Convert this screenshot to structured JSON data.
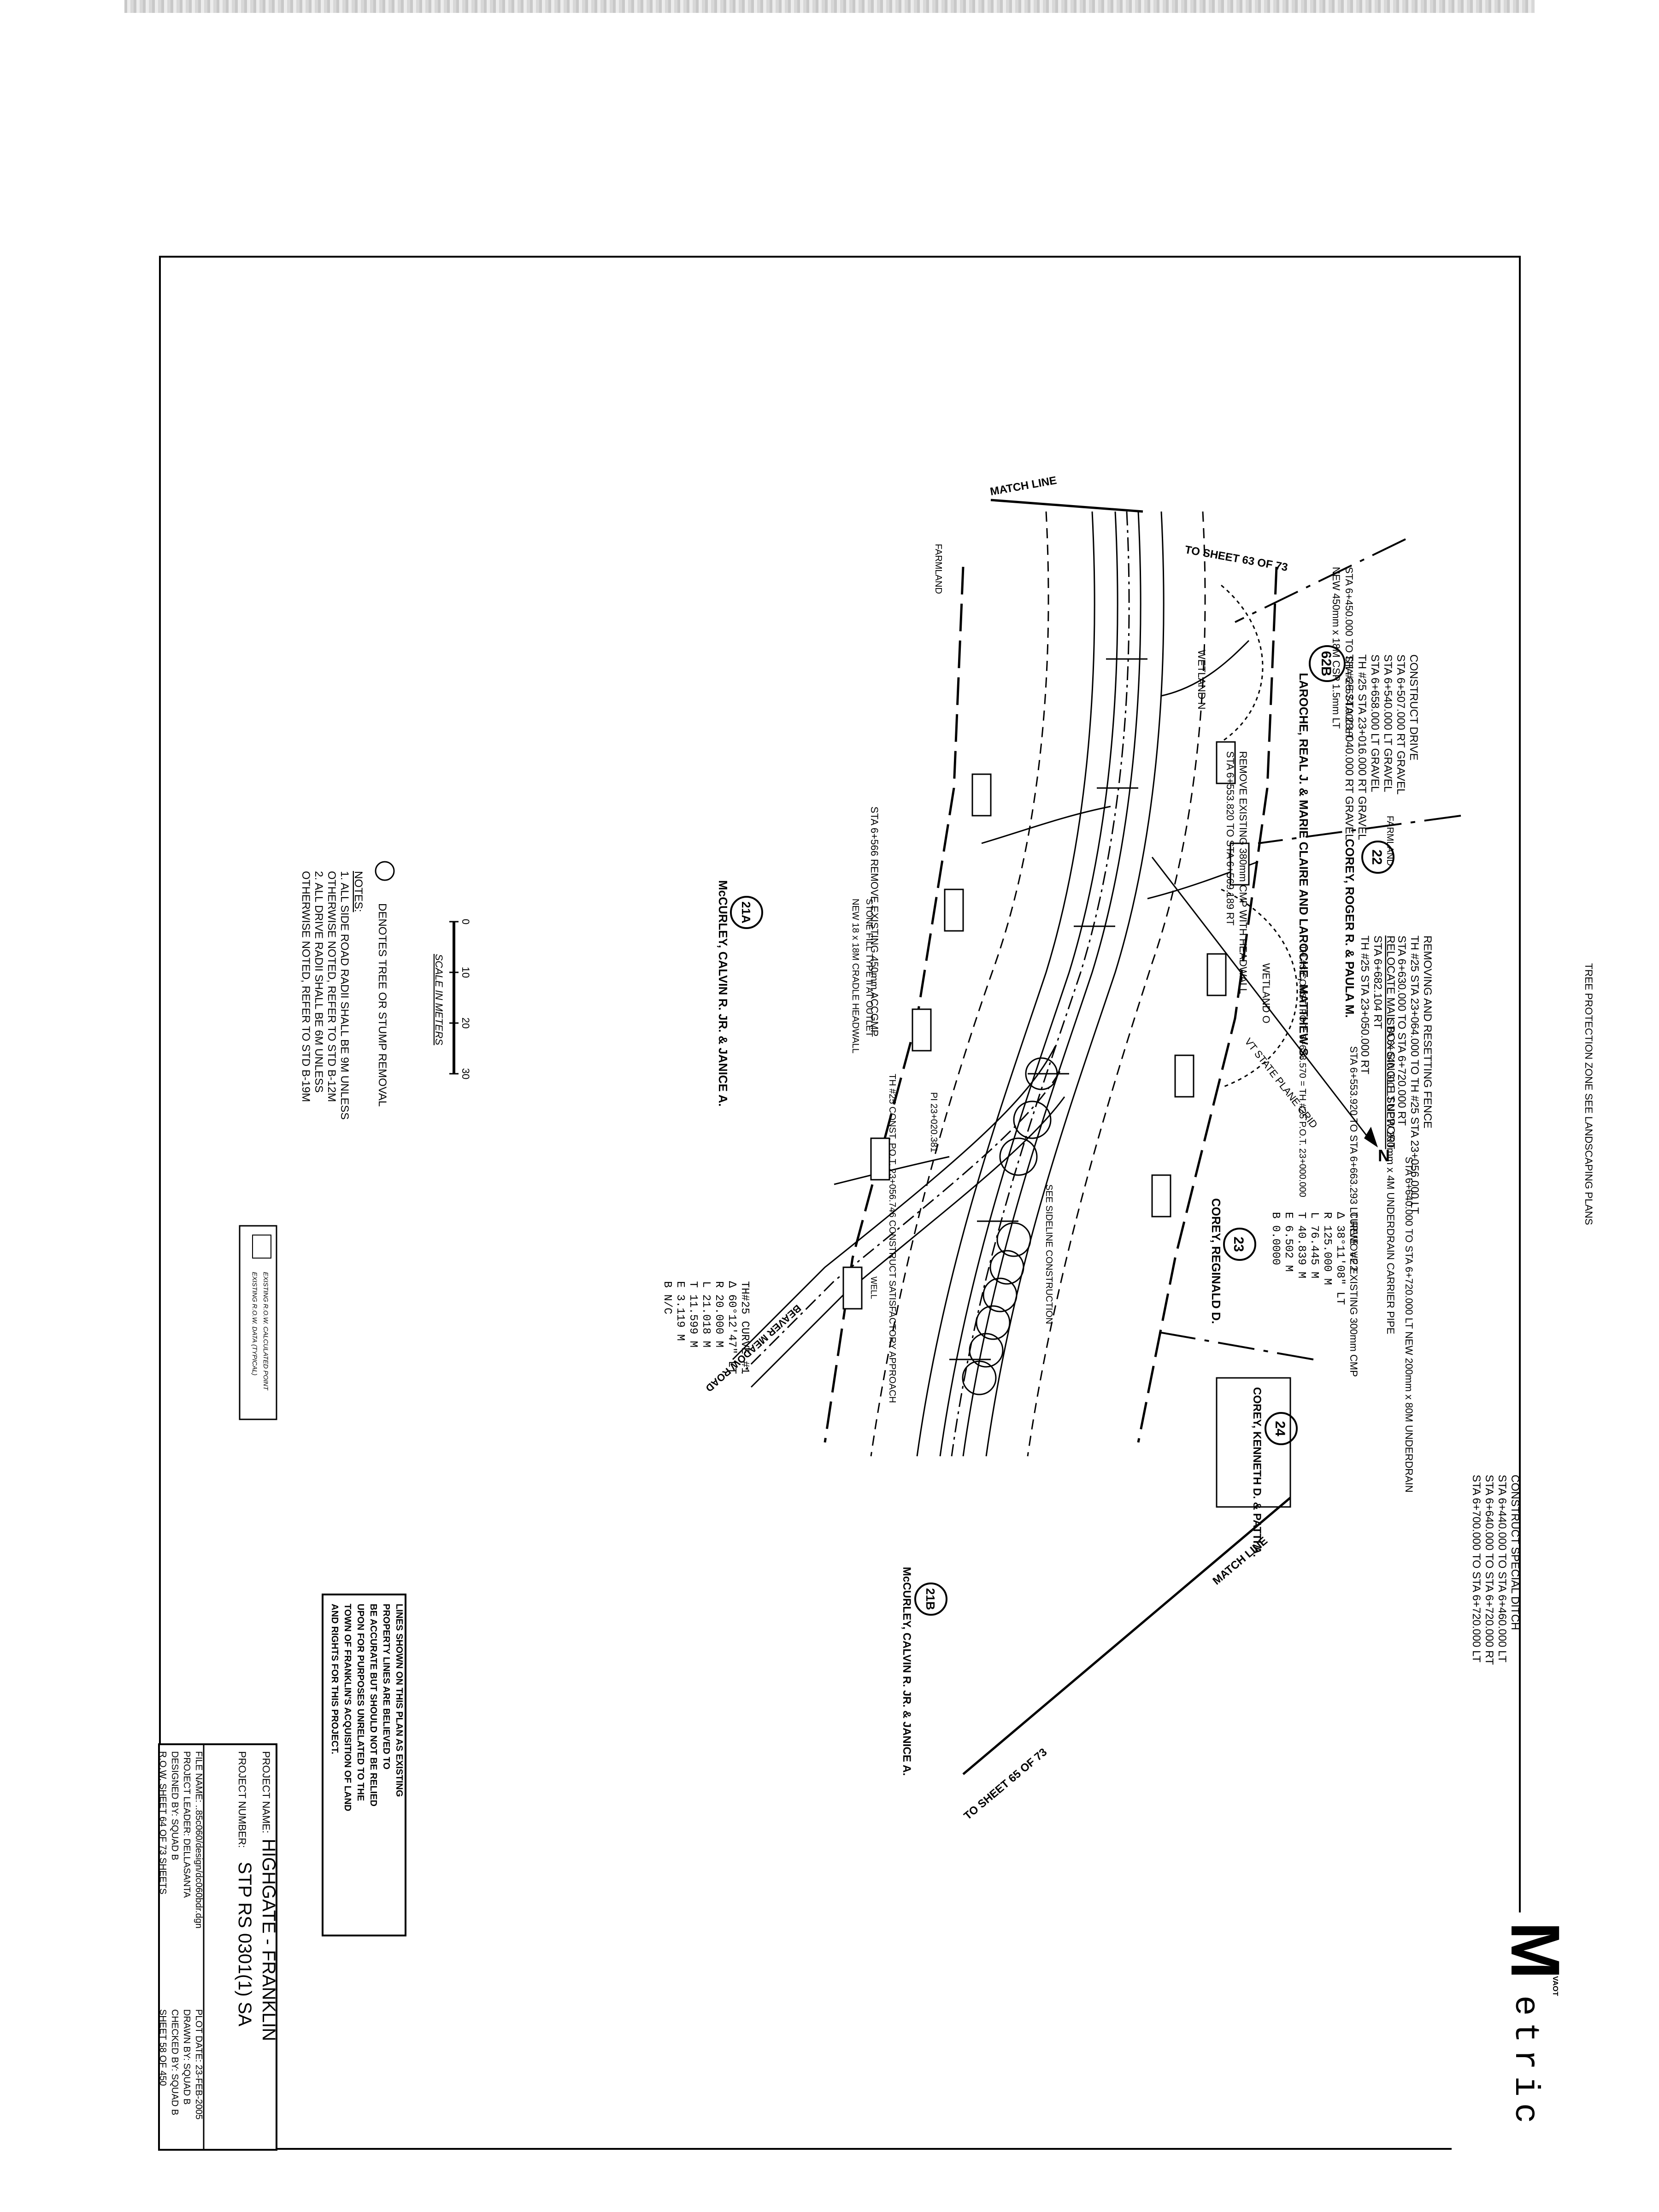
{
  "sheet": {
    "match_line": "MATCH LINE",
    "to_sheet_prev": "TO SHEET 63 OF 73",
    "to_sheet_next": "TO SHEET 65 OF 73",
    "north": "N",
    "grid_label": "VT STATE PLANE GRID",
    "farmland": "FARMLAND",
    "wetland_n": "WETLAND N",
    "wetland_o": "WETLAND O"
  },
  "parcels": [
    {
      "id": "62B",
      "owner": "LAROCHE, REAL J. & MARIE CLAIRE AND LAROCHE, MATTHEW S."
    },
    {
      "id": "22",
      "owner": "COREY, ROGER R. & PAULA M."
    },
    {
      "id": "21A",
      "owner": "McCURLEY, CALVIN R. JR. & JANICE A."
    },
    {
      "id": "23",
      "owner": "COREY, REGINALD D."
    },
    {
      "id": "24",
      "owner": "COREY, KENNETH D. & PATTI A."
    },
    {
      "id": "21B",
      "owner": "McCURLEY, CALVIN R. JR. & JANICE A."
    }
  ],
  "callouts": {
    "drive_lines": [
      "CONSTRUCT DRIVE",
      "STA 6+507.000 RT GRAVEL",
      "STA 6+540.000 LT GRAVEL",
      "STA 6+658.000 LT GRAVEL",
      "TH #25 STA 23+016.000 RT GRAVEL",
      "TH #25 STA 23+040.000 RT GRAVEL"
    ],
    "fence_lines": [
      "REMOVING AND RESETTING FENCE",
      "TH #25 STA 23+064.000 TO TH #25 STA 23+056.000 LT",
      "STA 6+630.000 TO STA 6+720.000 RT"
    ],
    "mailbox_lines": [
      "RELOCATE MAIL BOX SINGLE SUPPORT",
      "STA 6+682.104 RT",
      "TH #25 STA 23+050.000 RT"
    ],
    "new_pipe": "NEW 450mm x 18M CSP 1.5mm LT",
    "new_pipe_sta": "STA 6+450.000 TO STA 6+574.000 LT",
    "remove_pipe": "REMOVE EXISTING 380mm CMP WITH HEADWALL",
    "remove_pipe_sta": "STA 6+553.820 TO STA 6+569.189 RT",
    "remove_accmp": "STA 6+566 REMOVE EXISTING 450mm ACCGMP",
    "stone_fill": "STONE FILL TYPE II AT OUTLET",
    "headwall": "NEW 18 x 18M CRADLE HEADWALL",
    "special_ditch": [
      "CONSTRUCT SPECIAL DITCH",
      "STA 6+440.000 TO STA 6+460.000 LT",
      "STA 6+640.000 TO STA 6+720.000 RT",
      "STA 6+700.000 TO STA 6+720.000 LT"
    ],
    "tree_protection": "TREE PROTECTION ZONE SEE LANDSCAPING PLANS",
    "underdrain": "STA 6+640.000 TO STA 6+720.000 LT NEW 200mm x 80M UNDERDRAIN",
    "carrier_pipe": "STA 6+640.000 LT NEW 200mm x 4M UNDERDRAIN CARRIER PIPE",
    "remove_300": "STA 6+553.920 TO STA 6+663.293 LT REMOVE EXISTING 300mm CMP",
    "th3": "TH #3 CONST. PO.T. 6+628.570 = TH #25 P.O.T. 23+000.000",
    "th25": "TH #25 CONST. PO.T. 23+056.746 CONSTRUCT SATISFACTORY APPROACH",
    "pi": "PI 23+020.381",
    "beaver_road": "BEAVER MEADOW ROAD",
    "sideline": "SEE SIDELINE CONSTRUCTION",
    "well": "WELL"
  },
  "curve22": [
    "CURVE #22",
    "Δ  38°11'08\" LT",
    "R  125.000 M",
    "L  76.445 M",
    "T  40.839 M",
    "E  6.502 M",
    "B  0.0000"
  ],
  "curve25": [
    "TH#25  CURVE #1",
    "Δ  60°12'47\" LT",
    "R  20.000 M",
    "L  21.018 M",
    "T  11.599 M",
    "E  3.119 M",
    "B  N/C"
  ],
  "scale": {
    "ticks": [
      "0",
      "10",
      "20",
      "30"
    ],
    "label": "SCALE IN METERS"
  },
  "legend": {
    "tree": "DENOTES TREE OR STUMP REMOVAL",
    "row_point": "EXISTING R.O.W. CALCULATED POINT",
    "row_data": "EXISTING R.O.W. DATA (TYPICAL)"
  },
  "notes": [
    "NOTES:",
    "1. ALL SIDE ROAD RADII SHALL BE 9M UNLESS",
    "   OTHERWISE NOTED, REFER TO STD B-12M",
    "2. ALL DRIVE RADII SHALL BE 6M UNLESS",
    "   OTHERWISE NOTED, REFER TO STD B-19M"
  ],
  "disclaimer": [
    "LINES SHOWN ON THIS PLAN AS EXISTING",
    "PROPERTY LINES ARE BELIEVED TO",
    "BE ACCURATE BUT SHOULD NOT BE RELIED",
    "UPON FOR PURPOSES UNRELATED TO THE",
    "TOWN OF FRANKLIN'S ACQUISITION OF LAND",
    "AND RIGHTS FOR THIS PROJECT."
  ],
  "title_block": {
    "project_name_label": "PROJECT NAME:",
    "project_name": "HIGHGATE - FRANKLIN",
    "project_number_label": "PROJECT NUMBER:",
    "project_number": "STP RS 0301(1) SA",
    "file_name": "FILE NAME: ..85c060/design/dc060bdr.dgn",
    "project_leader": "PROJECT LEADER: DELLASANTA",
    "designed_by": "DESIGNED BY: SQUAD B",
    "row_sheet": "R.O.W. SHEET 64 OF 73 SHEETS",
    "plot_date": "PLOT DATE: 23-FEB-2005",
    "drawn_by": "DRAWN BY: SQUAD B",
    "checked_by": "CHECKED BY: SQUAD B",
    "sheet_of": "SHEET 58 OF 450"
  },
  "logo": {
    "mark": "M",
    "vaot": "VAOT",
    "text": "etric"
  }
}
